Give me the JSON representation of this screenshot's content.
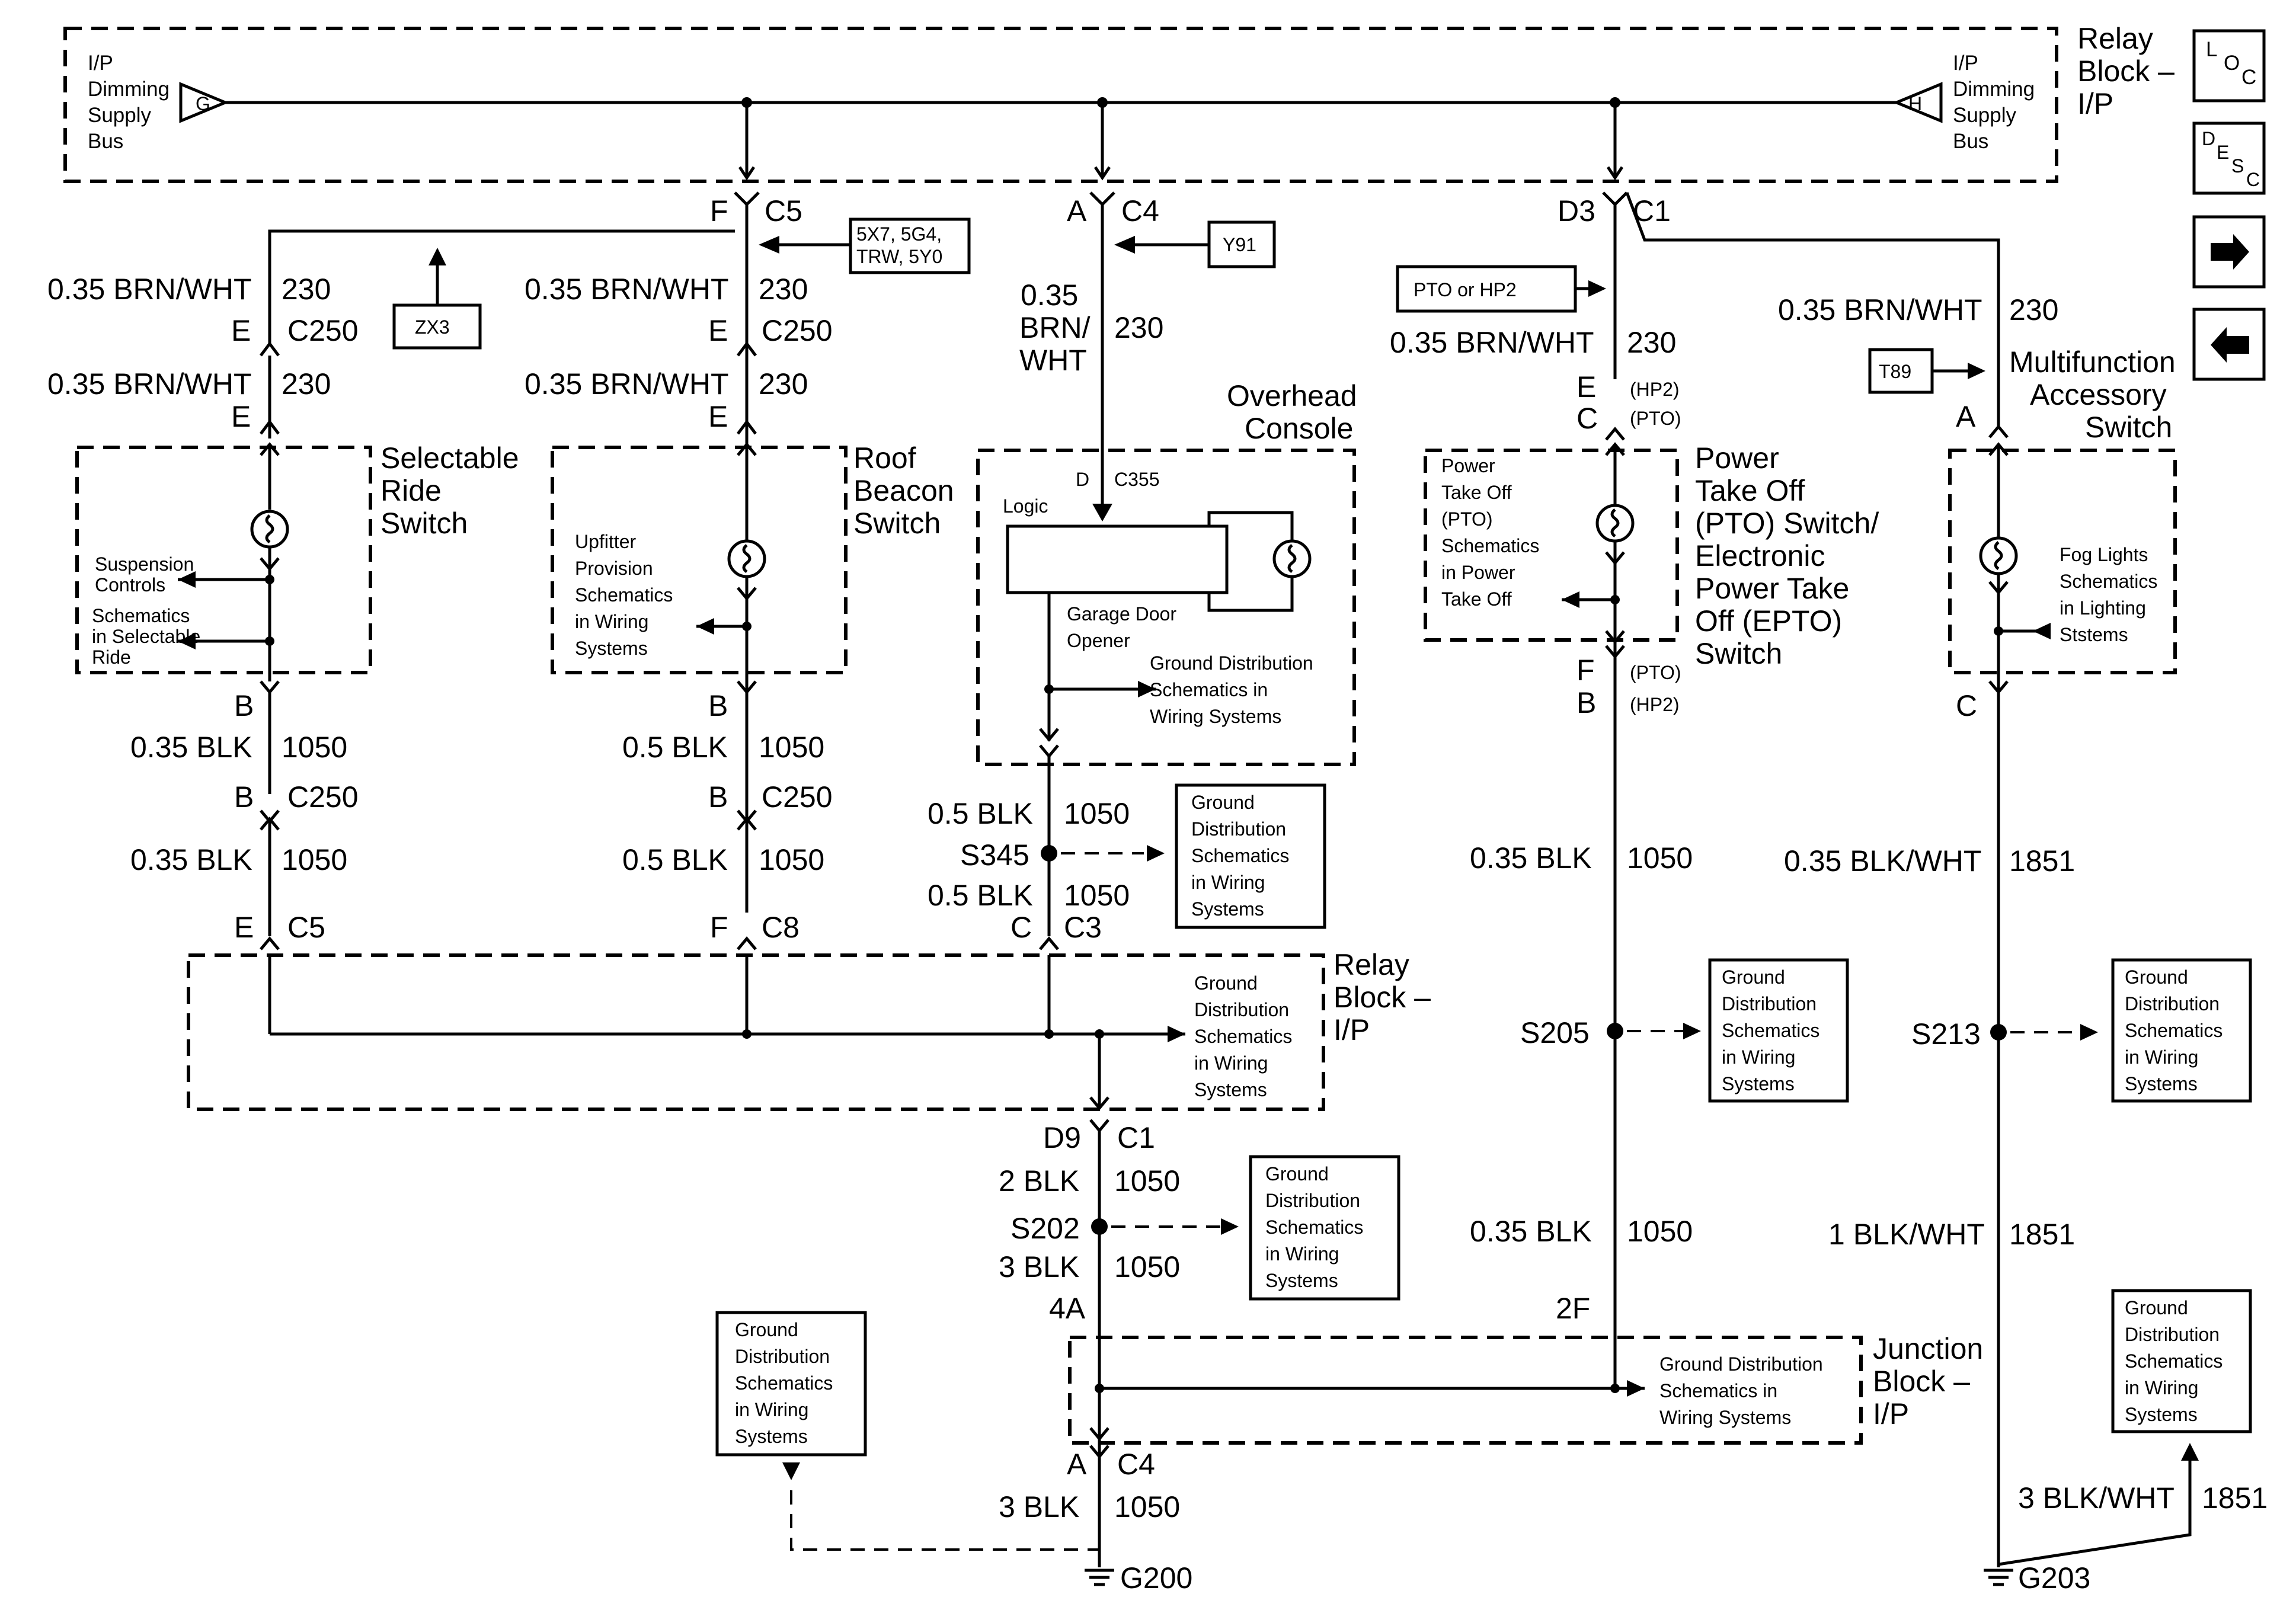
{
  "blocks": {
    "relay_top_title": "Relay Block – I/P",
    "relay_mid_title": "Relay Block – I/P",
    "junction_title": "Junction Block – I/P",
    "bus_left": "I/P Dimming Supply Bus",
    "bus_right": "I/P Dimming Supply Bus",
    "bus_left_pin": "G",
    "bus_right_pin": "H"
  },
  "nav": {
    "loc_icon": "LOC",
    "desc_icon": "DESC",
    "next_icon": "arrow-right",
    "prev_icon": "arrow-left"
  },
  "options": {
    "zx3": "ZX3",
    "c5_opts": "5X7, 5G4, TRW, 5Y0",
    "y91": "Y91",
    "pto_hp2": "PTO or HP2",
    "t89": "T89"
  },
  "col1": {
    "pin_top": "F",
    "conn_top": "C5",
    "wire1": "0.35 BRN/WHT",
    "circ1": "230",
    "pin_mid": "E",
    "conn_mid": "C250",
    "wire2": "0.35 BRN/WHT",
    "circ2": "230",
    "pin_sw": "E",
    "comp_title": "Selectable Ride Switch",
    "ref1": "Suspension Controls",
    "ref2": "Schematics in Selectable Ride",
    "pin_bot": "B",
    "wire3": "0.35 BLK",
    "circ3": "1050",
    "pin_c250": "B",
    "conn_c250": "C250",
    "wire4": "0.35 BLK",
    "circ4": "1050",
    "pin_rb": "E",
    "conn_rb": "C5"
  },
  "col2": {
    "wire1": "0.35 BRN/WHT",
    "circ1": "230",
    "pin_mid": "E",
    "conn_mid": "C250",
    "wire2": "0.35 BRN/WHT",
    "circ2": "230",
    "pin_sw": "E",
    "comp_title": "Roof Beacon Switch",
    "ref": "Upfitter Provision Schematics in Wiring Systems",
    "pin_bot": "B",
    "wire3": "0.5 BLK",
    "circ3": "1050",
    "pin_c250": "B",
    "conn_c250": "C250",
    "wire4": "0.5 BLK",
    "circ4": "1050",
    "pin_rb": "F",
    "conn_rb": "C8"
  },
  "col3": {
    "pin_top": "A",
    "conn_top": "C4",
    "wire1": "0.35 BRN/ WHT",
    "circ1": "230",
    "comp_title": "Overhead Console",
    "pin_c355": "D",
    "conn_c355": "C355",
    "logic": "Logic",
    "opener": "Garage Door Opener",
    "ref": "Ground Distribution Schematics in Wiring Systems",
    "wire2": "0.5 BLK",
    "circ2": "1050",
    "splice": "S345",
    "splice_ref": "Ground Distribution Schematics in Wiring Systems",
    "wire3": "0.5 BLK",
    "circ3": "1050",
    "pin_rb": "C",
    "conn_rb": "C3"
  },
  "relay_mid_ref": "Ground Distribution Schematics in Wiring Systems",
  "col3_lower": {
    "pin": "D9",
    "conn": "C1",
    "wire1": "2 BLK",
    "circ1": "1050",
    "splice": "S202",
    "splice_ref": "Ground Distribution Schematics in Wiring Systems",
    "wire2": "3 BLK",
    "circ2": "1050",
    "pin_jb": "4A",
    "pin_jb_bot": "A",
    "conn_jb_bot": "C4",
    "wire3": "3 BLK",
    "circ3": "1050",
    "ground": "G200",
    "ground_ref": "Ground Distribution Schematics in Wiring Systems"
  },
  "col4": {
    "pin_top": "D3",
    "conn_top": "C1",
    "wire1": "0.35 BRN/WHT",
    "circ1": "230",
    "pin_e": "E",
    "note_e": "(HP2)",
    "pin_c": "C",
    "note_c": "(PTO)",
    "comp_title": "Power Take Off (PTO) Switch/ Electronic Power Take Off (EPTO) Switch",
    "ref": "Power Take Off (PTO) Schematics in Power Take Off",
    "pin_f": "F",
    "note_f": "(PTO)",
    "pin_b": "B",
    "note_b": "(HP2)",
    "wire2": "0.35 BLK",
    "circ2": "1050",
    "splice": "S205",
    "splice_ref": "Ground Distribution Schematics in Wiring Systems",
    "wire3": "0.35 BLK",
    "circ3": "1050",
    "pin_jb": "2F",
    "jb_ref": "Ground Distribution Schematics in Wiring Systems"
  },
  "col5": {
    "wire1": "0.35 BRN/WHT",
    "circ1": "230",
    "comp_title": "Multifunction Accessory Switch",
    "pin_top": "A",
    "ref": "Fog Lights Schematics in Lighting Ststems",
    "pin_bot": "C",
    "wire2": "0.35 BLK/WHT",
    "circ2": "1851",
    "splice": "S213",
    "splice_ref": "Ground Distribution Schematics in Wiring Systems",
    "wire3": "1 BLK/WHT",
    "circ3": "1851",
    "ground_ref": "Ground Distribution Schematics in Wiring Systems",
    "wire4": "3 BLK/WHT",
    "circ4": "1851",
    "ground": "G203"
  }
}
